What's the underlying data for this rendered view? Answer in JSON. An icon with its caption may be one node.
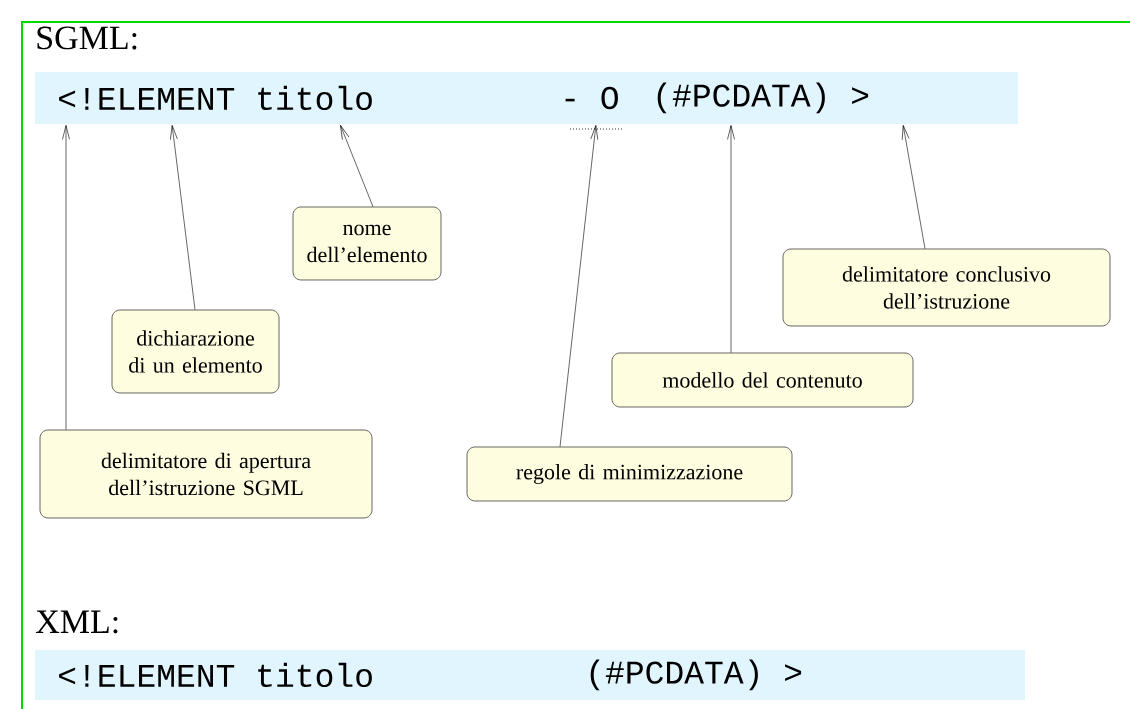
{
  "diagram": {
    "nodes": [
      {
        "text": [
          "delimitatore di apertura dell’istruzione SGML"
        ]
      },
      {
        "text": [
          "dichiarazione di un elemento"
        ]
      },
      {
        "text": [
          "nome dell’elemento"
        ]
      },
      {
        "text": [
          "regole di minimizzazione"
        ]
      },
      {
        "text": [
          "modello del contenuto"
        ]
      },
      {
        "text": [
          "delimitatore conclusivo dell’istruzione"
        ]
      },
      {
        "text": [
          "<!ELEMENT titolo",
          "- O",
          "(#PCDATA) >"
        ]
      },
      {
        "text": [
          "<!ELEMENT titolo",
          "(#PCDATA) >"
        ]
      }
    ],
    "edges": [
      {
        "from": 0,
        "to": 6,
        "arrow": "to"
      },
      {
        "from": 1,
        "to": 6,
        "arrow": "to"
      },
      {
        "from": 2,
        "to": 6,
        "arrow": "to"
      },
      {
        "from": 3,
        "to": 6,
        "arrow": "to"
      },
      {
        "from": 4,
        "to": 6,
        "arrow": "to"
      },
      {
        "from": 5,
        "to": 6,
        "arrow": "to"
      }
    ],
    "labels": [
      "SGML:",
      "XML:"
    ]
  }
}
